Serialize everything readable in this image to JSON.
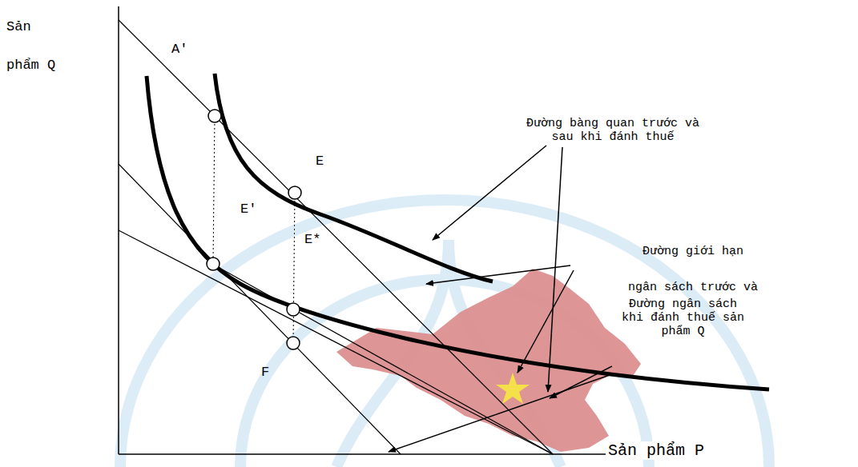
{
  "diagram": {
    "labels": [
      "Sản phẩm Q",
      "A′",
      "E",
      "E′",
      "E*",
      "F",
      "Đường bàng quan trước và sau khi đánh thuế",
      "Đường giới hạn ngân sách trước và",
      "Đường ngân sách khi đánh thuế sản phẩm Q",
      "Sản phẩm P"
    ]
  }
}
